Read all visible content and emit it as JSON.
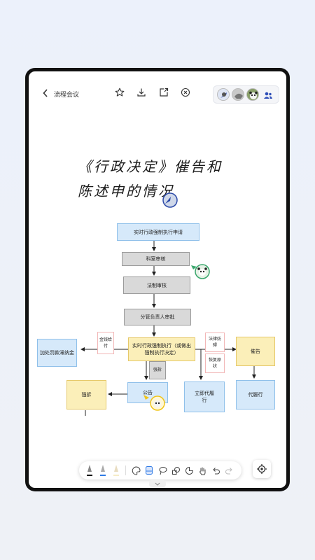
{
  "topbar": {
    "title": "流程会议",
    "back_icon": "chevron-left-icon",
    "actions": [
      "star-icon",
      "download-icon",
      "share-icon",
      "close-circle-icon"
    ],
    "collaborators": [
      "avatar-1",
      "avatar-2",
      "avatar-3"
    ],
    "members_icon": "people-icon"
  },
  "canvas": {
    "handwriting_line1": "《行政决定》催告和",
    "handwriting_line2": "陈述申的情况",
    "flow": {
      "step1": "实时行政强制执行申请",
      "step2": "科室审核",
      "step3": "法制审核",
      "step4": "分管负责人审批",
      "step5": "实时行政强制执行（或做出强制执行决定）",
      "left_result": "加处罚款滞纳金",
      "note_left": "金钱给付",
      "note_right_top": "法律妨碍",
      "note_right_bottom": "恢复原状",
      "note_center": "强拆",
      "right_top": "催告",
      "right_bottom": "代履行",
      "bottom_left": "强拆",
      "bottom_center": "公告",
      "bottom_right": "立即代履行"
    }
  },
  "toolbar": {
    "tools": [
      "pen-icon",
      "marker-icon",
      "highlighter-icon",
      "palette-icon",
      "eraser-icon",
      "lasso-icon",
      "shape-icon",
      "sticker-icon",
      "hand-icon",
      "undo-icon",
      "redo-icon"
    ],
    "colors": {
      "pen": "#111111",
      "marker": "#2f7be5",
      "accent": "#2f7be5"
    }
  },
  "locate_icon": "locate-icon",
  "collapse_icon": "chevron-down-icon"
}
